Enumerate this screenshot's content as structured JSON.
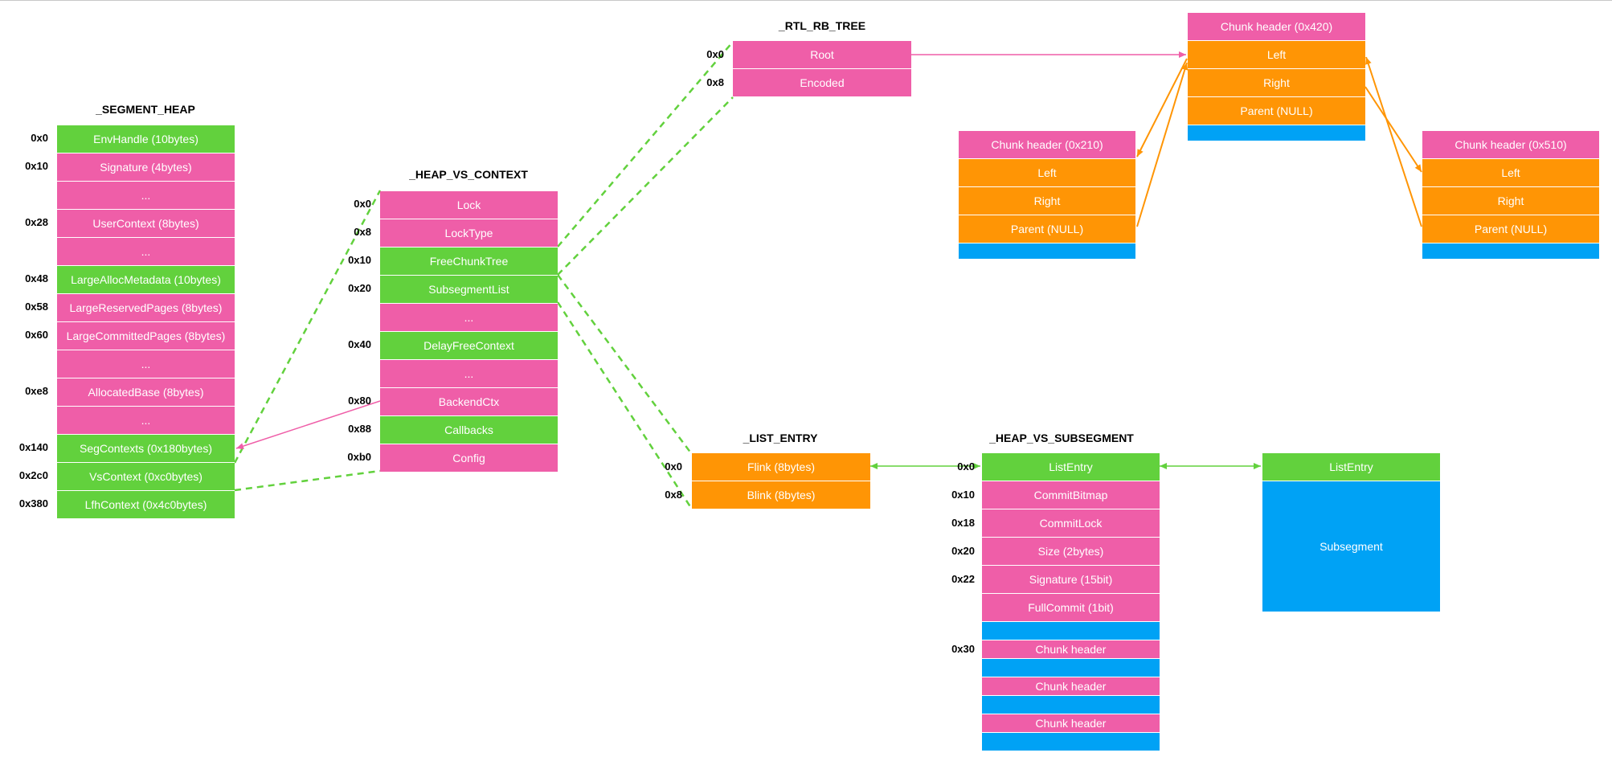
{
  "colors": {
    "pink": "#ef5ea8",
    "green": "#62d13d",
    "orange": "#ff9505",
    "blue": "#00a2f5",
    "link_dashed": "#62d13d",
    "link_pink": "#ef5ea8",
    "link_orange": "#ff9505"
  },
  "segment_heap": {
    "title": "_SEGMENT_HEAP",
    "rows": [
      {
        "offset": "0x0",
        "label": "EnvHandle (10bytes)"
      },
      {
        "offset": "0x10",
        "label": "Signature (4bytes)"
      },
      {
        "offset": "",
        "label": "..."
      },
      {
        "offset": "0x28",
        "label": "UserContext (8bytes)"
      },
      {
        "offset": "",
        "label": "..."
      },
      {
        "offset": "0x48",
        "label": "LargeAllocMetadata (10bytes)"
      },
      {
        "offset": "0x58",
        "label": "LargeReservedPages (8bytes)"
      },
      {
        "offset": "0x60",
        "label": "LargeCommittedPages (8bytes)"
      },
      {
        "offset": "",
        "label": "..."
      },
      {
        "offset": "0xe8",
        "label": "AllocatedBase (8bytes)"
      },
      {
        "offset": "",
        "label": "..."
      },
      {
        "offset": "0x140",
        "label": "SegContexts (0x180bytes)"
      },
      {
        "offset": "0x2c0",
        "label": "VsContext (0xc0bytes)"
      },
      {
        "offset": "0x380",
        "label": "LfhContext (0x4c0bytes)"
      }
    ]
  },
  "heap_vs_context": {
    "title": "_HEAP_VS_CONTEXT",
    "rows": [
      {
        "offset": "0x0",
        "label": "Lock"
      },
      {
        "offset": "0x8",
        "label": "LockType"
      },
      {
        "offset": "0x10",
        "label": "FreeChunkTree"
      },
      {
        "offset": "0x20",
        "label": "SubsegmentList"
      },
      {
        "offset": "",
        "label": "..."
      },
      {
        "offset": "0x40",
        "label": "DelayFreeContext"
      },
      {
        "offset": "",
        "label": "..."
      },
      {
        "offset": "0x80",
        "label": "BackendCtx"
      },
      {
        "offset": "0x88",
        "label": "Callbacks"
      },
      {
        "offset": "0xb0",
        "label": "Config"
      }
    ]
  },
  "rtl_rb_tree": {
    "title": "_RTL_RB_TREE",
    "rows": [
      {
        "offset": "0x0",
        "label": "Root"
      },
      {
        "offset": "0x8",
        "label": "Encoded"
      }
    ]
  },
  "chunk_420": {
    "header": "Chunk header (0x420)",
    "rows": [
      "Left",
      "Right",
      "Parent (NULL)"
    ]
  },
  "chunk_210": {
    "header": "Chunk header (0x210)",
    "rows": [
      "Left",
      "Right",
      "Parent (NULL)"
    ]
  },
  "chunk_510": {
    "header": "Chunk header (0x510)",
    "rows": [
      "Left",
      "Right",
      "Parent (NULL)"
    ]
  },
  "list_entry": {
    "title": "_LIST_ENTRY",
    "rows": [
      {
        "offset": "0x0",
        "label": "Flink (8bytes)"
      },
      {
        "offset": "0x8",
        "label": "Blink (8bytes)"
      }
    ]
  },
  "heap_vs_subsegment": {
    "title": "_HEAP_VS_SUBSEGMENT",
    "rows": [
      {
        "offset": "0x0",
        "label": "ListEntry"
      },
      {
        "offset": "0x10",
        "label": "CommitBitmap"
      },
      {
        "offset": "0x18",
        "label": "CommitLock"
      },
      {
        "offset": "0x20",
        "label": "Size (2bytes)"
      },
      {
        "offset": "0x22",
        "label": "Signature (15bit)"
      },
      {
        "offset": "",
        "label": "FullCommit (1bit)"
      }
    ],
    "chunk_offset": "0x30",
    "chunk_label": "Chunk header"
  },
  "next_subsegment": {
    "list_entry": "ListEntry",
    "body": "Subsegment"
  }
}
